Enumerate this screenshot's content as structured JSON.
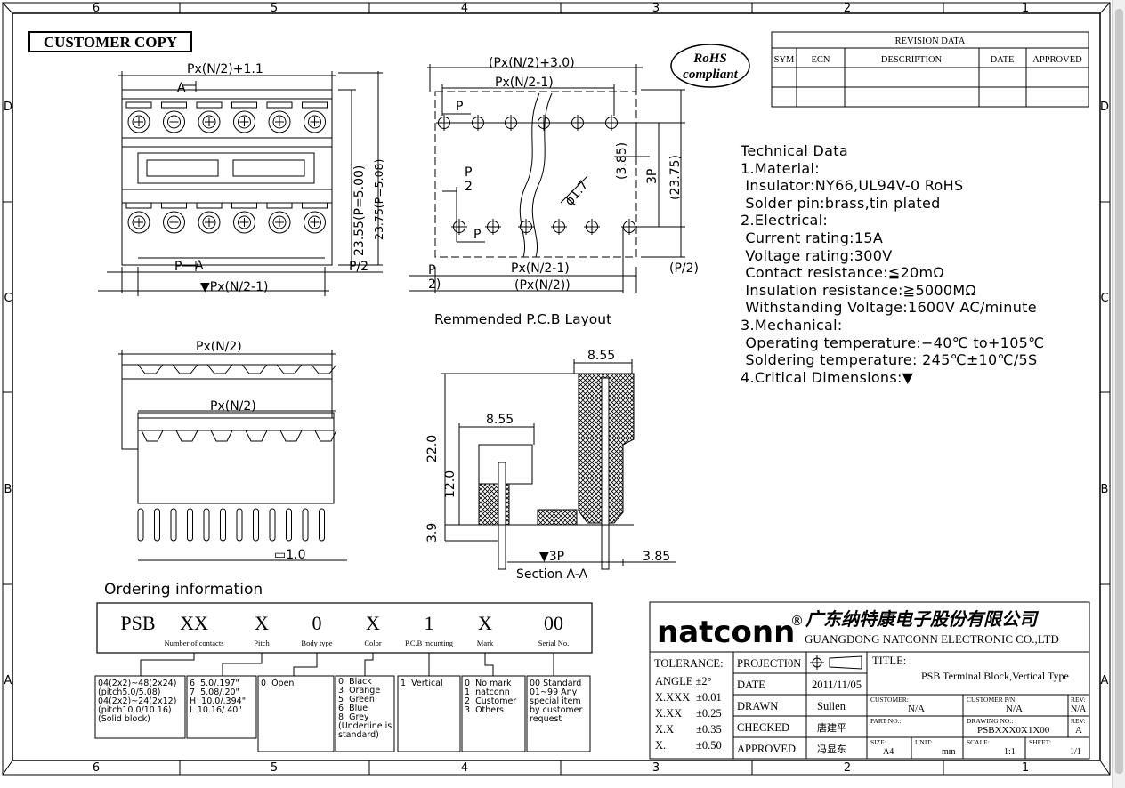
{
  "zone_cols": [
    "6",
    "5",
    "4",
    "3",
    "2",
    "1"
  ],
  "zone_rows": [
    "D",
    "C",
    "B",
    "A"
  ],
  "stamp": "CUSTOMER COPY",
  "rohs": {
    "line1": "RoHS",
    "line2": "compliant"
  },
  "revision": {
    "title": "REVISION DATA",
    "headers": [
      "SYM",
      "ECN",
      "DESCRIPTION",
      "DATE",
      "APPROVED"
    ]
  },
  "dims": {
    "top_left_width": "Px(N/2)+1.1",
    "section_a_top": "A",
    "section_a_bottom": "A",
    "h1": "23.55(P=5.00)",
    "h2": "23.75(P=5.08)",
    "p": "P",
    "p_half": "P/2",
    "pn2m1_bottom": "▼Px(N/2-1)",
    "pcb_top1": "(Px(N/2)+3.0)",
    "pcb_top2": "Px(N/2-1)",
    "pcb_p": "P",
    "pcb_p2_frac_top": "P",
    "pcb_p2_frac_bot": "2",
    "pcb_385": "(3.85)",
    "pcb_3p": "3P",
    "pcb_2375": "(23.75)",
    "pcb_phi": "ϕ1.7",
    "pcb_bot1": "Px(N/2-1)",
    "pcb_bot2": "(Px(N/2))",
    "pcb_p_half": "(P/2)",
    "pcb_left_frac": "P",
    "pcb_left_frac2": "2)",
    "mid_top": "Px(N/2)",
    "mid_inner": "Px(N/2)",
    "box1": "▭1.0",
    "sec_855a": "8.55",
    "sec_855b": "8.55",
    "sec_220": "22.0",
    "sec_120": "12.0",
    "sec_39": "3.9",
    "sec_3p": "▼3P",
    "sec_385": "3.85",
    "sec_caption": "Section A-A"
  },
  "pcb_caption": "Remmended P.C.B Layout",
  "tech": [
    "Technical Data",
    "1.Material:",
    " Insulator:NY66,UL94V-0 RoHS",
    " Solder pin:brass,tin plated",
    "2.Electrical:",
    " Current rating:15A",
    " Voltage rating:300V",
    " Contact resistance:≦20mΩ",
    " Insulation resistance:≧5000MΩ",
    " Withstanding Voltage:1600V AC/minute",
    "3.Mechanical:",
    " Operating temperature:−40℃ to+105℃",
    " Soldering temperature: 245℃±10℃/5S",
    "4.Critical Dimensions:▼"
  ],
  "ordering": {
    "title": "Ordering information",
    "codes": [
      "PSB",
      "XX",
      "X",
      "0",
      "X",
      "1",
      "X",
      "00"
    ],
    "labels": [
      "Number of contacts",
      "Pitch",
      "Body type",
      "Color",
      "P.C.B mounting",
      "Mark",
      "Serial No."
    ],
    "options": [
      "04(2x2)~48(2x24)\n(pitch5.0/5.08)\n04(2x2)~24(2x12)\n(pitch10.0/10.16)\n(Solid block)",
      "6  5.0/.197\"\n7  5.08/.20\"\nH  10.0/.394\"\nI  10.16/.40\"",
      "0  Open",
      "0  Black\n3  Orange\n5  Green\n6  Blue\n8  Grey\n(Underline is\nstandard)",
      "1  Vertical",
      "0  No mark\n1  natconn\n2  Customer\n3  Others",
      "00 Standard\n01~99 Any\nspecial item\nby customer\nrequest"
    ]
  },
  "company": {
    "brand": "natconn",
    "reg": "®",
    "cn_name": "广东纳特康电子股份有限公司",
    "en_name": "GUANGDONG NATCONN ELECTRONIC CO.,LTD"
  },
  "titleblock": {
    "tolerance": "TOLERANCE:",
    "angle": "ANGLE ±2°",
    "tols": [
      [
        "X.XXX",
        "±0.01"
      ],
      [
        "X.XX",
        "±0.25"
      ],
      [
        "X.X",
        "±0.35"
      ],
      [
        "X.",
        "±0.50"
      ]
    ],
    "rows": [
      [
        "PROJECTI0N",
        ""
      ],
      [
        "DATE",
        "2011/11/05"
      ],
      [
        "DRAWN",
        "Sullen"
      ],
      [
        "CHECKED",
        "唐建平"
      ],
      [
        "APPROVED",
        "冯显东"
      ]
    ],
    "title_label": "TITLE:",
    "title_value": "PSB  Terminal Block,Vertical Type",
    "customer_label": "CUSTOMER:",
    "customer_value": "N/A",
    "cust_pn_label": "CUSTOMER P/N:",
    "cust_pn_value": "N/A",
    "rev_label": "REV:",
    "rev_value1": "N/A",
    "part_label": "PART NO.:",
    "drawing_label": "DRAWING NO.:",
    "drawing_value": "PSBXXX0X1X00",
    "rev_value2": "A",
    "size_label": "SIZE:",
    "size_value": "A4",
    "unit_label": "UNIT:",
    "unit_value": "mm",
    "scale_label": "SCALE:",
    "scale_value": "1:1",
    "sheet_label": "SHEET:",
    "sheet_value": "1/1"
  }
}
